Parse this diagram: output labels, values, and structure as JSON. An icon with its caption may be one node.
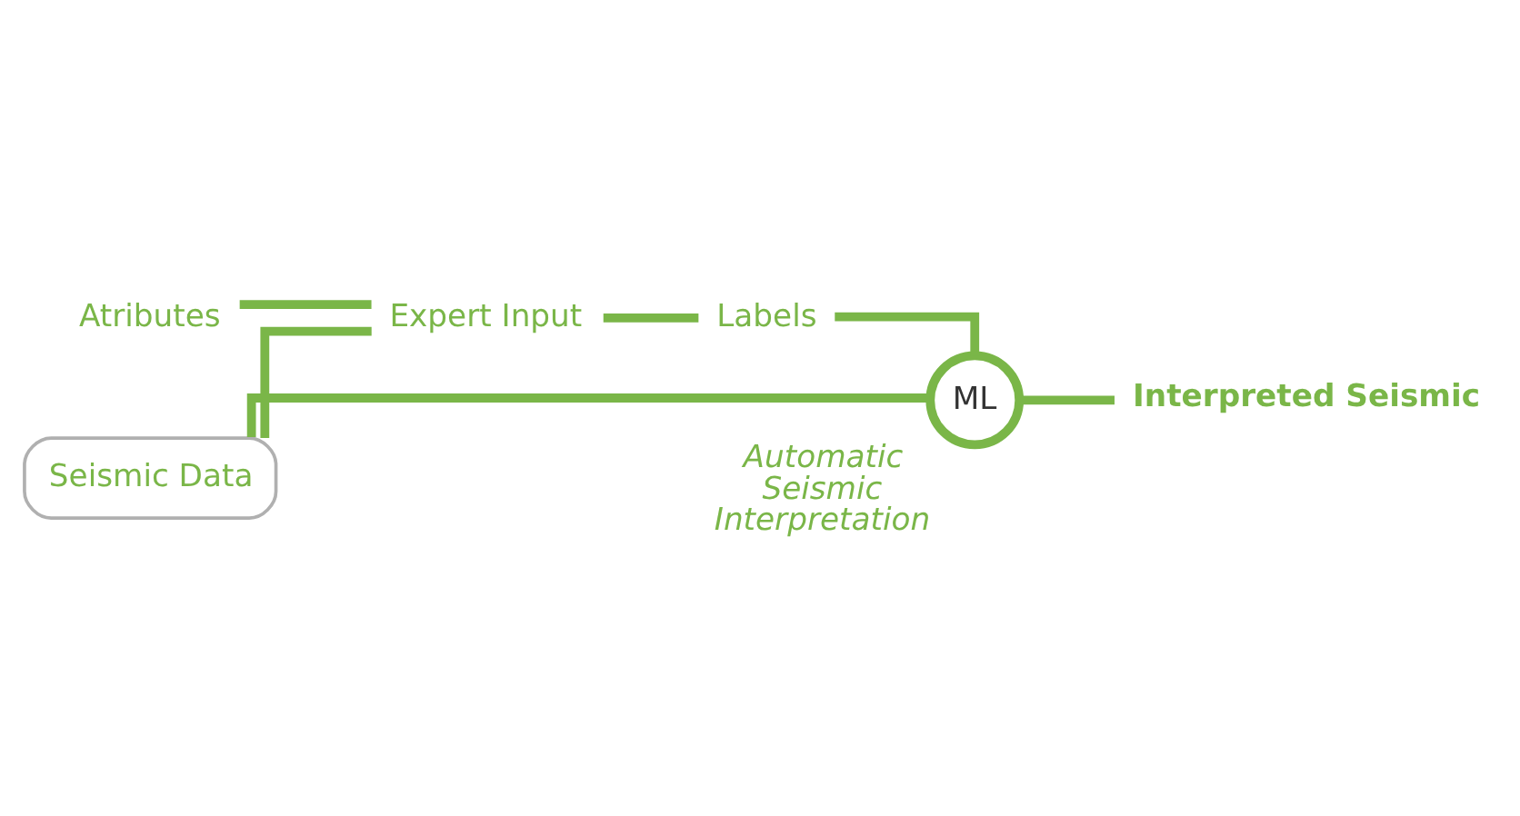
{
  "diagram": {
    "nodes": [
      {
        "text": [
          "Atributes"
        ]
      },
      {
        "text": [
          "Expert Input"
        ]
      },
      {
        "text": [
          "Labels"
        ]
      },
      {
        "text": [
          "Seismic Data"
        ]
      },
      {
        "text": [
          "ML"
        ],
        "beside": [
          "Automatic Seismic Interpretation"
        ]
      },
      {
        "text": [
          "Interpreted Seismic"
        ]
      }
    ],
    "edges": [
      {
        "from": 0,
        "to": 1,
        "arrow": "none"
      },
      {
        "from": 3,
        "to": 1,
        "arrow": "none"
      },
      {
        "from": 1,
        "to": 2,
        "arrow": "none"
      },
      {
        "from": 2,
        "to": 4,
        "arrow": "none"
      },
      {
        "from": 3,
        "to": 4,
        "arrow": "none"
      },
      {
        "from": 4,
        "to": 5,
        "arrow": "none"
      }
    ]
  }
}
